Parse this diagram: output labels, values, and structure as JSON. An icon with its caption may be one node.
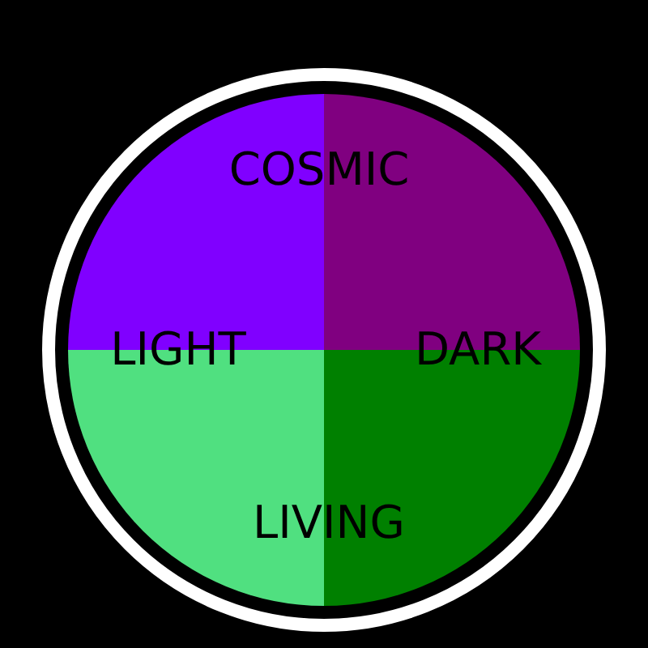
{
  "diagram": {
    "labels": [
      "COSMIC",
      "LIGHT",
      "DARK",
      "LIVING"
    ]
  }
}
